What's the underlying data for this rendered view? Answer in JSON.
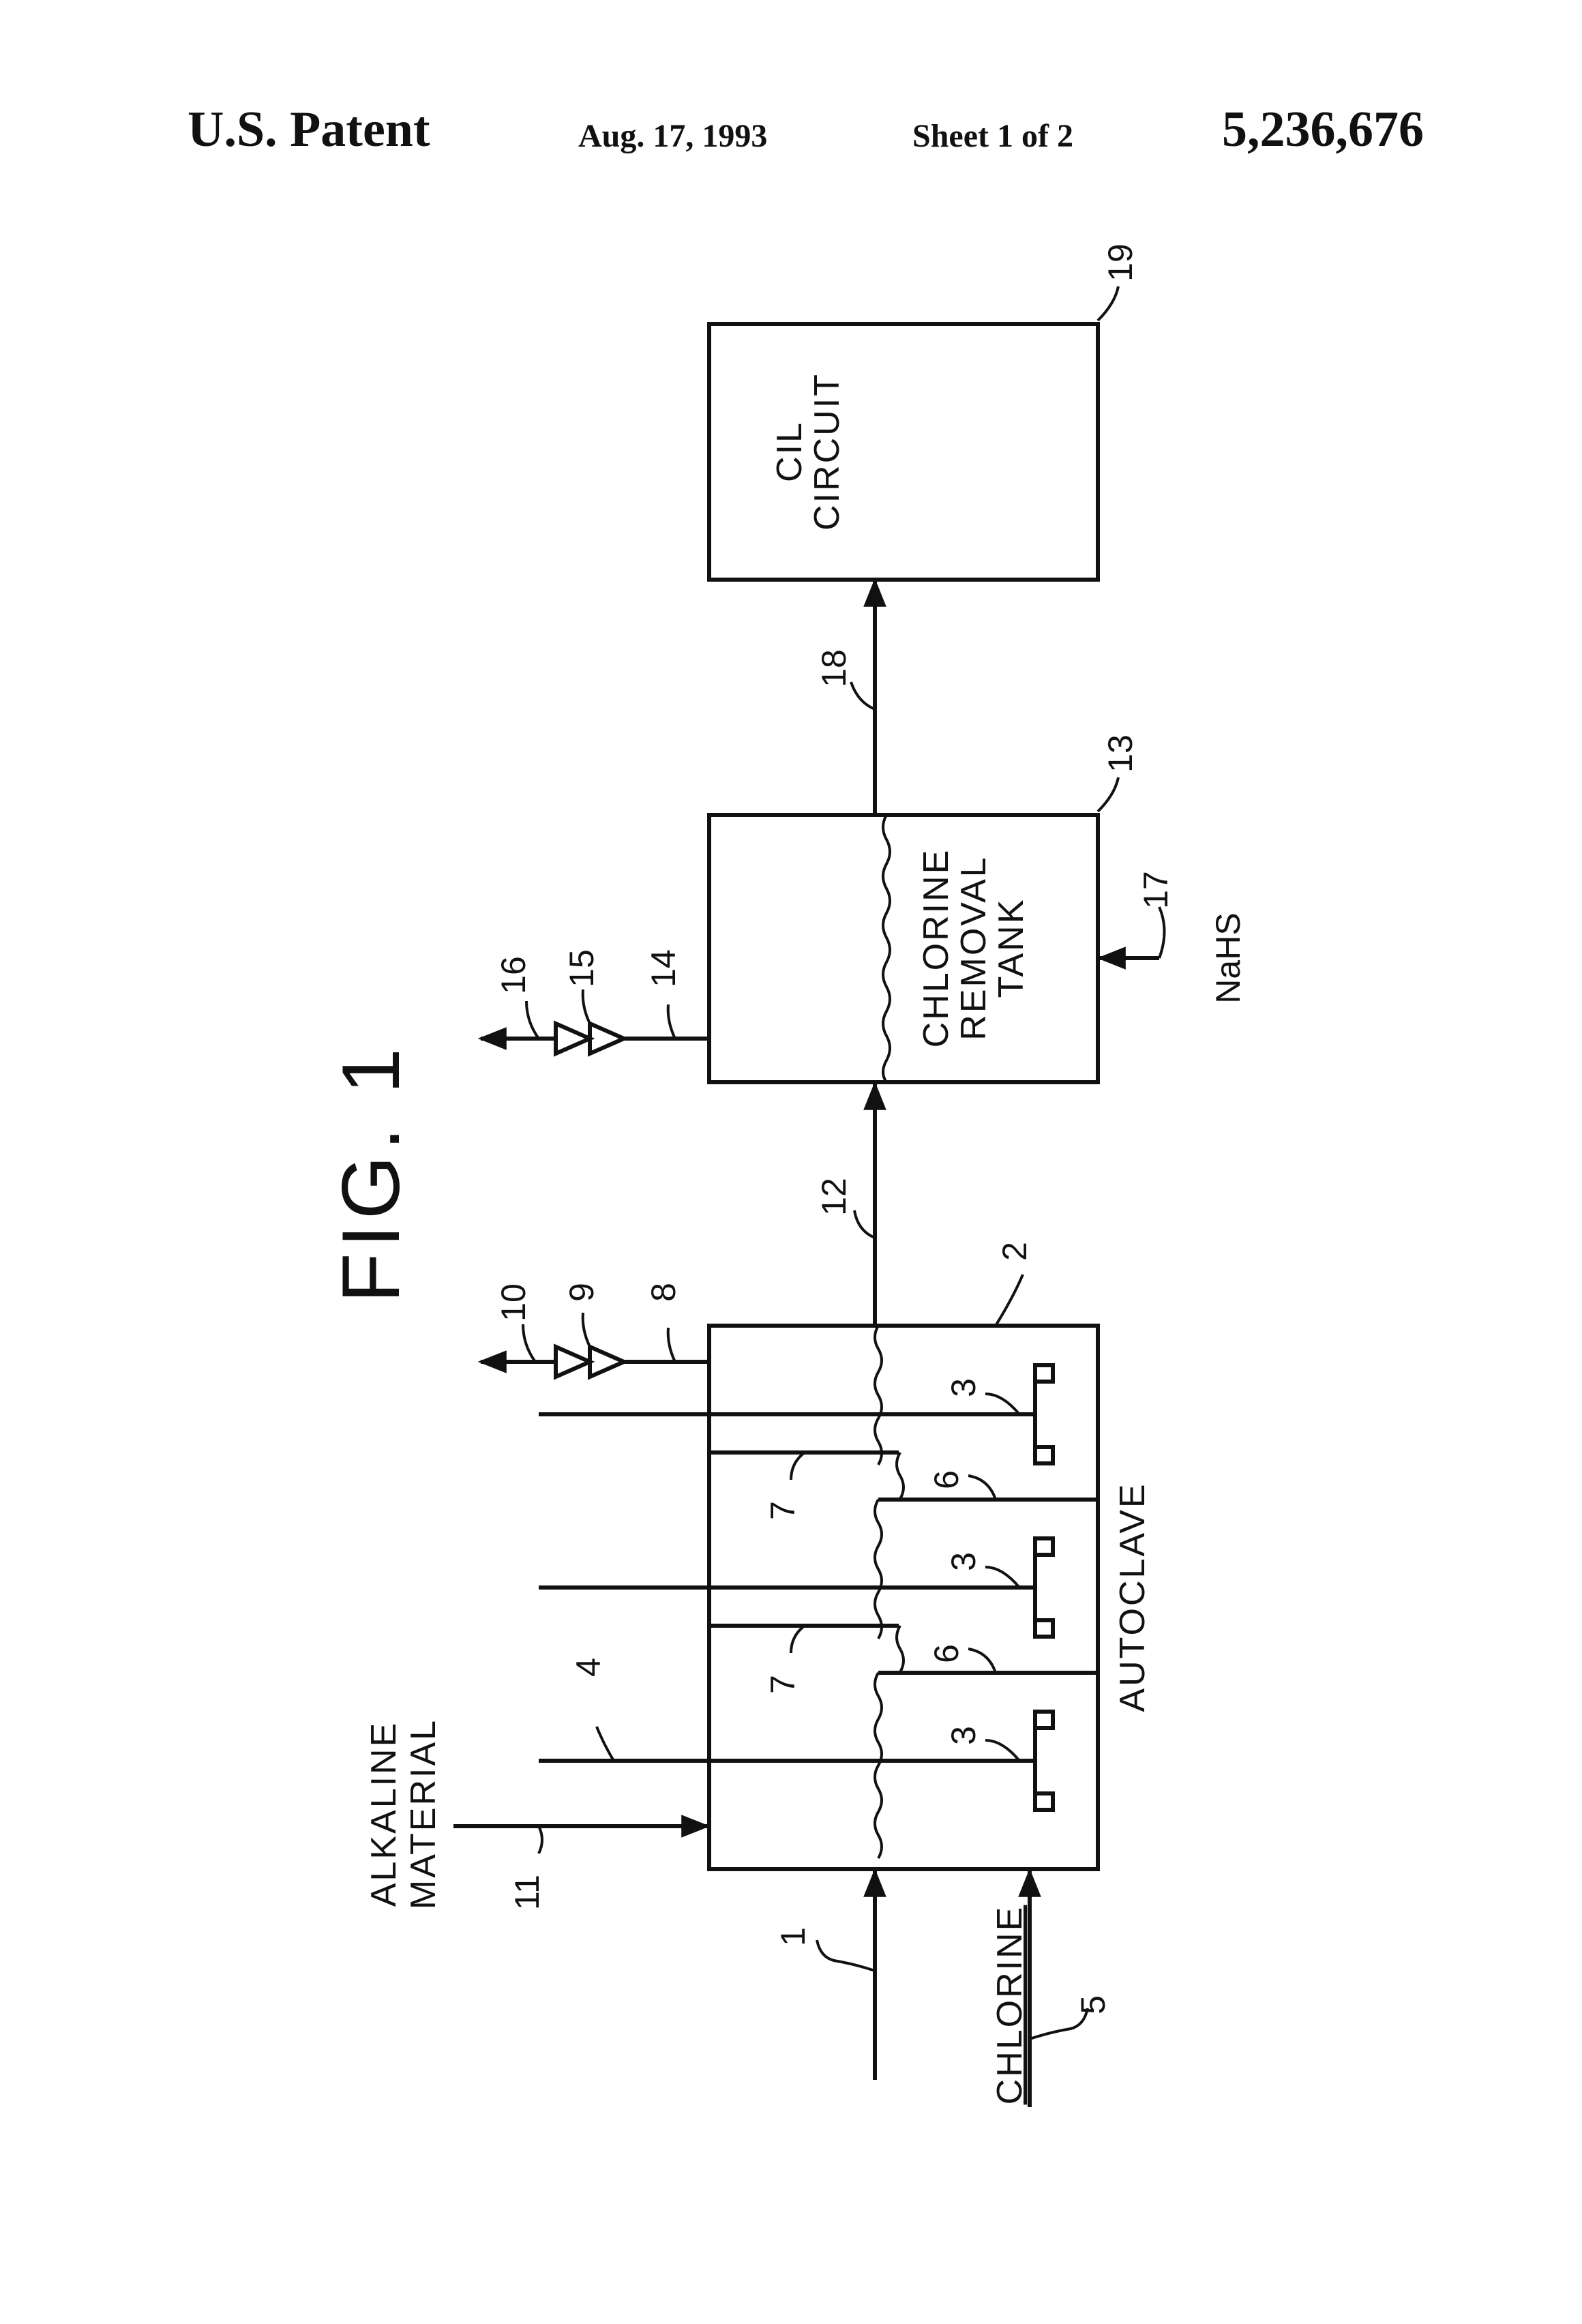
{
  "header": {
    "patent": "U.S. Patent",
    "date": "Aug. 17, 1993",
    "sheet": "Sheet 1 of 2",
    "number": "5,236,676"
  },
  "figure": {
    "title": "FIG. 1",
    "blocks": {
      "autoclave": "AUTOCLAVE",
      "chlorine_removal_tank": [
        "CHLORINE",
        "REMOVAL",
        "TANK"
      ],
      "cil_circuit": [
        "CIL",
        "CIRCUIT"
      ]
    },
    "inputs": {
      "alkaline_material": [
        "ALKALINE",
        "MATERIAL"
      ],
      "chlorine": "CHLORINE",
      "nahs": "NaHS"
    },
    "reference_numerals": {
      "feed": "1",
      "autoclave": "2",
      "agitators": "3",
      "agitator_shaft": "4",
      "chlorine_line": "5",
      "underflow_baffles": "6",
      "overflow_weirs": "7",
      "autoclave_vent_pipe": "8",
      "autoclave_valve": "9",
      "autoclave_vent_outlet": "10",
      "alkaline_line": "11",
      "transfer_line": "12",
      "removal_tank": "13",
      "tank_vent_pipe": "14",
      "tank_valve": "15",
      "tank_vent_outlet": "16",
      "nahs_line": "17",
      "product_line": "18",
      "cil_circuit": "19"
    }
  }
}
